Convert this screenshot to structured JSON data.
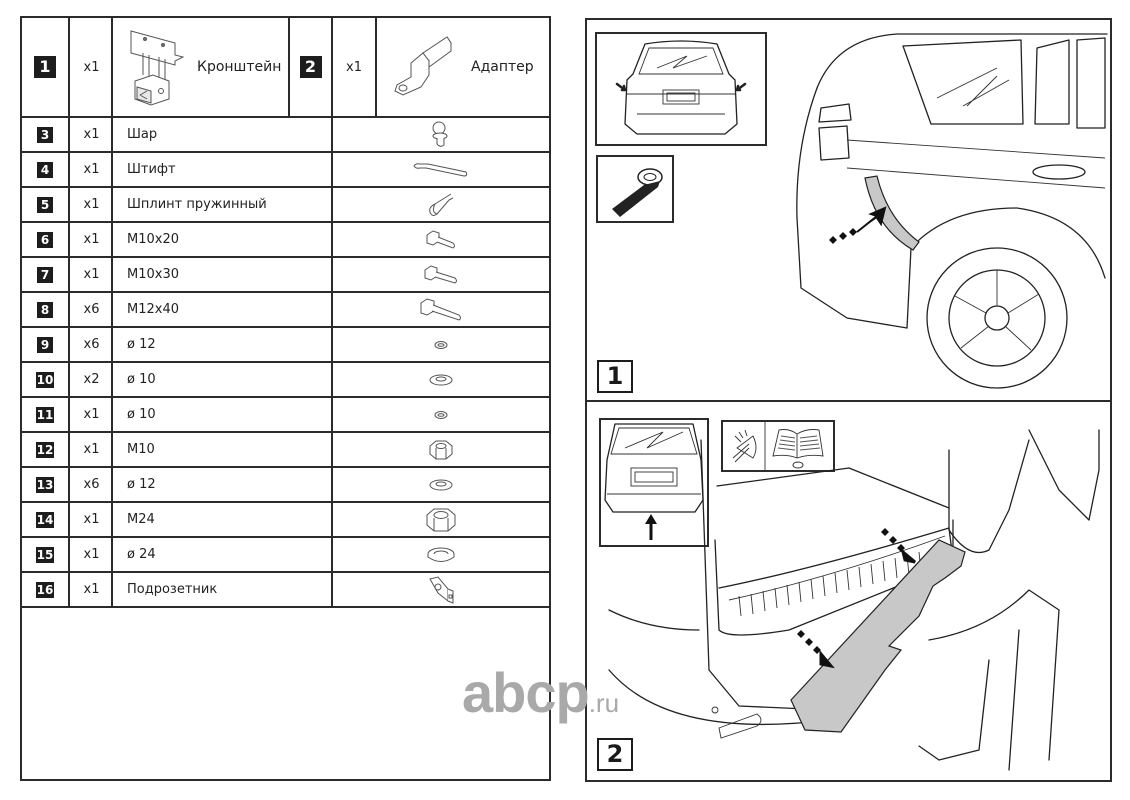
{
  "parts_table": {
    "header_items": [
      {
        "number": "1",
        "qty": "x1",
        "name": "Кронштейн",
        "icon": "bracket-icon"
      },
      {
        "number": "2",
        "qty": "x1",
        "name": "Адаптер",
        "icon": "ball-mount-adapter-icon"
      }
    ],
    "rows": [
      {
        "number": "3",
        "qty": "x1",
        "name": "Шар",
        "icon": "tow-ball-icon"
      },
      {
        "number": "4",
        "qty": "x1",
        "name": "Штифт",
        "icon": "pin-icon"
      },
      {
        "number": "5",
        "qty": "x1",
        "name": "Шплинт пружинный",
        "icon": "spring-cotter-pin-icon"
      },
      {
        "number": "6",
        "qty": "x1",
        "name": "M10x20",
        "icon": "bolt-short-icon"
      },
      {
        "number": "7",
        "qty": "x1",
        "name": "M10x30",
        "icon": "bolt-medium-icon"
      },
      {
        "number": "8",
        "qty": "x6",
        "name": "M12x40",
        "icon": "bolt-long-icon"
      },
      {
        "number": "9",
        "qty": "x6",
        "name": "ø 12",
        "icon": "spring-washer-small-icon"
      },
      {
        "number": "10",
        "qty": "x2",
        "name": "ø 10",
        "icon": "flat-washer-icon"
      },
      {
        "number": "11",
        "qty": "x1",
        "name": "ø 10",
        "icon": "spring-washer-small-icon"
      },
      {
        "number": "12",
        "qty": "x1",
        "name": "M10",
        "icon": "hex-nut-small-icon"
      },
      {
        "number": "13",
        "qty": "x6",
        "name": "ø 12",
        "icon": "flat-washer-icon"
      },
      {
        "number": "14",
        "qty": "x1",
        "name": "M24",
        "icon": "hex-nut-large-icon"
      },
      {
        "number": "15",
        "qty": "x1",
        "name": "ø 24",
        "icon": "spring-washer-large-icon"
      },
      {
        "number": "16",
        "qty": "x1",
        "name": "Подрозетник",
        "icon": "socket-bracket-icon"
      }
    ]
  },
  "instructions": {
    "steps": [
      {
        "number": "1",
        "illustration": "rear-side-car-tape-icon"
      },
      {
        "number": "2",
        "illustration": "remove-bumper-trim-icon"
      }
    ]
  },
  "watermark": {
    "main": "abcp",
    "tld": ".ru"
  },
  "colors": {
    "line": "#2b2b2b",
    "badge_bg": "#1d1d1d",
    "highlight_fill": "#c8c8c8",
    "watermark": "#a9a9a9"
  }
}
